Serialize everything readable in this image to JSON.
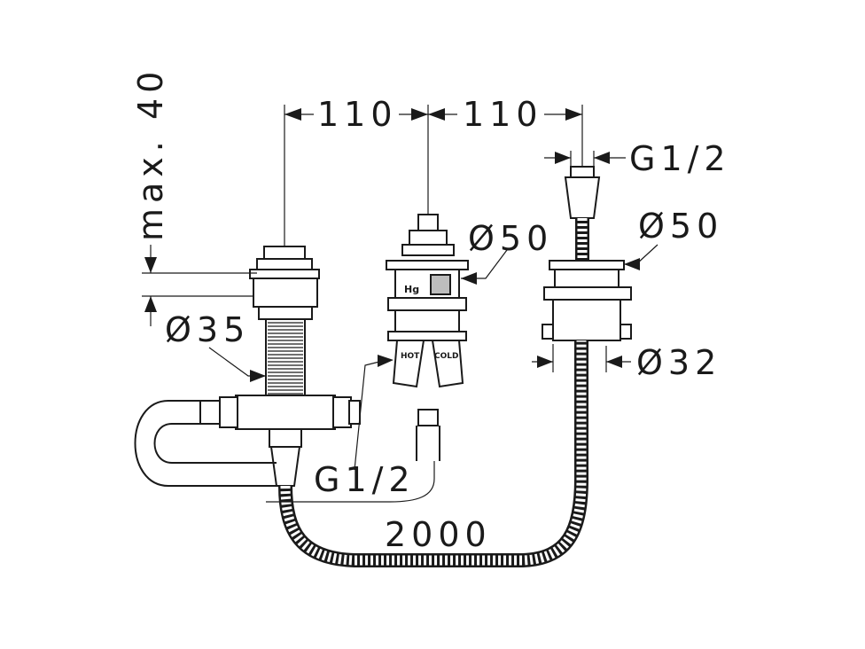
{
  "dimensions": {
    "spacing_left": "110",
    "spacing_right": "110",
    "max_height": "max. 40",
    "diameter_left_body": "Ø35",
    "diameter_center": "Ø50",
    "diameter_right_rosette": "Ø50",
    "diameter_right_body": "Ø32",
    "thread_right_top": "G1/2",
    "thread_center_bottom": "G1/2",
    "hose_length": "2000"
  },
  "labels": {
    "hot": "HOT",
    "cold": "COLD",
    "hg": "Hg"
  },
  "colors": {
    "line": "#1a1a1a",
    "background": "#ffffff",
    "shade": "#bdbdbd"
  }
}
